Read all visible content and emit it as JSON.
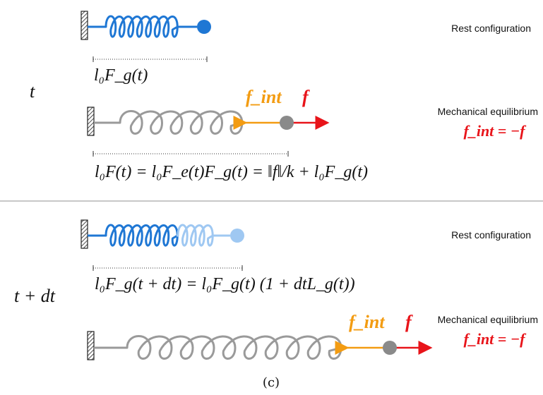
{
  "colors": {
    "spring_blue": "#1f77d4",
    "spring_blue_light": "#9fc8f2",
    "spring_gray": "#9a9a9a",
    "mass_gray": "#8a8a8a",
    "f_int_color": "#f39c12",
    "f_color": "#e8141a",
    "separator": "#c8c8c8",
    "text": "#111111"
  },
  "top": {
    "time_label": "t",
    "rest_label": "Rest configuration",
    "rest_length": "l₀F_g(t)",
    "equilibrium_title": "Mechanical equilibrium",
    "equilibrium_equation": "f_int = −f",
    "f_int_label": "f_int",
    "f_label": "f",
    "length_equation": "l₀F(t) = l₀F_e(t)F_g(t) = ‖f‖/k + l₀F_g(t)"
  },
  "bottom": {
    "time_label": "t + dt",
    "rest_label": "Rest configuration",
    "growth_equation": "l₀F_g(t + dt) = l₀F_g(t) (1 + dtL_g(t))",
    "equilibrium_title": "Mechanical equilibrium",
    "equilibrium_equation": "f_int = −f",
    "f_int_label": "f_int",
    "f_label": "f"
  },
  "caption": "(c)",
  "icons": [
    "hatched-wall-icon",
    "spring-icon",
    "mass-ball-icon",
    "arrow-icon"
  ]
}
